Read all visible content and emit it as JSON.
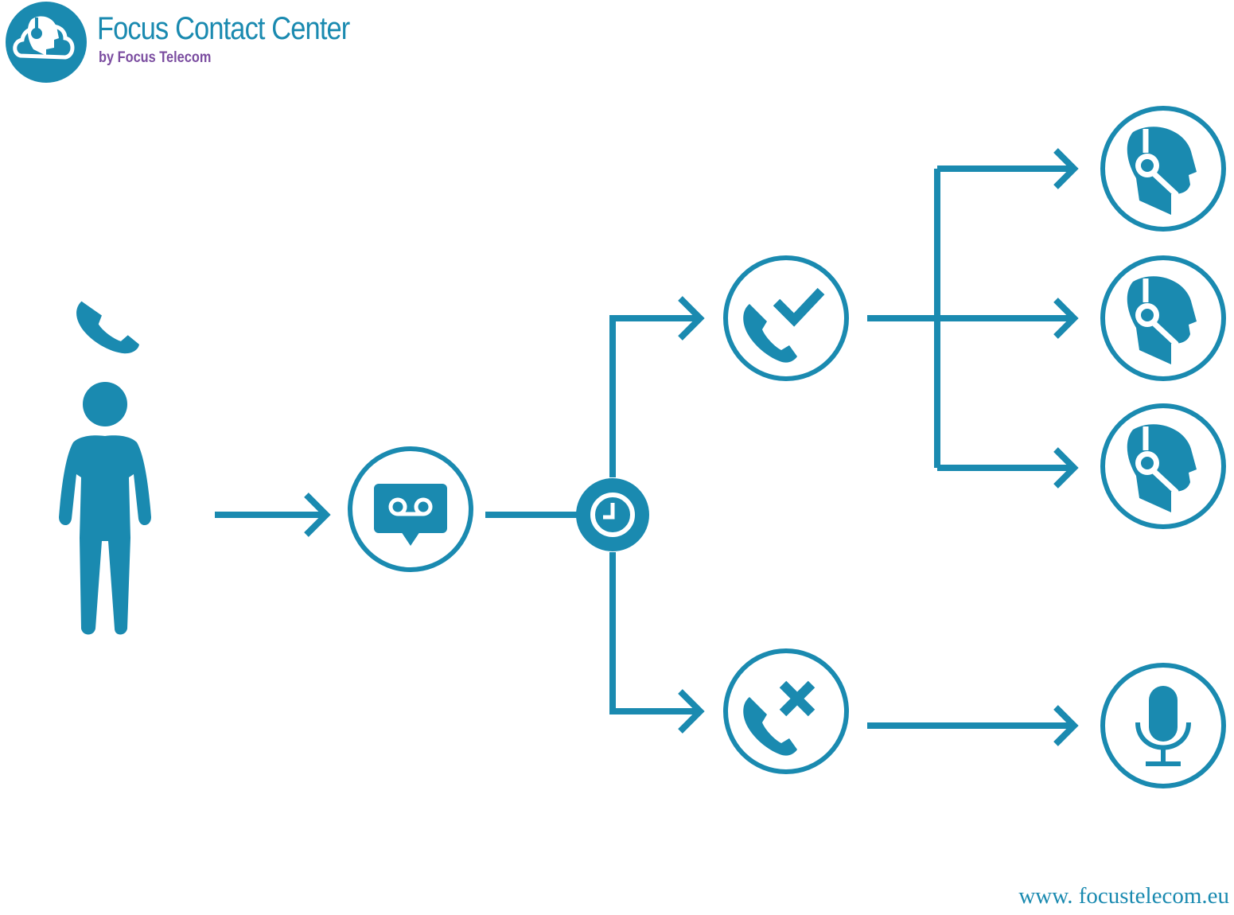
{
  "brand": {
    "title": "Focus Contact Center",
    "subtitle": "by Focus Telecom",
    "title_color": "#1a8ab0",
    "subtitle_color": "#7b4da0",
    "logo_icon": "cloud-agent-logo-icon"
  },
  "footer": {
    "website": "www. focustelecom.eu"
  },
  "colors": {
    "primary": "#1a8ab0",
    "background": "#ffffff"
  },
  "nodes": [
    {
      "id": "caller",
      "icon": "person-with-phone-icon"
    },
    {
      "id": "voicemail",
      "icon": "voicemail-bubble-icon"
    },
    {
      "id": "time-condition",
      "icon": "clock-icon"
    },
    {
      "id": "call-answered",
      "icon": "phone-check-icon"
    },
    {
      "id": "call-rejected",
      "icon": "phone-cross-icon"
    },
    {
      "id": "agent-1",
      "icon": "agent-headset-icon"
    },
    {
      "id": "agent-2",
      "icon": "agent-headset-icon"
    },
    {
      "id": "agent-3",
      "icon": "agent-headset-icon"
    },
    {
      "id": "recording",
      "icon": "microphone-icon"
    }
  ],
  "edges": [
    {
      "from": "caller",
      "to": "voicemail"
    },
    {
      "from": "voicemail",
      "to": "time-condition"
    },
    {
      "from": "time-condition",
      "to": "call-answered"
    },
    {
      "from": "time-condition",
      "to": "call-rejected"
    },
    {
      "from": "call-answered",
      "to": "agent-1"
    },
    {
      "from": "call-answered",
      "to": "agent-2"
    },
    {
      "from": "call-answered",
      "to": "agent-3"
    },
    {
      "from": "call-rejected",
      "to": "recording"
    }
  ]
}
